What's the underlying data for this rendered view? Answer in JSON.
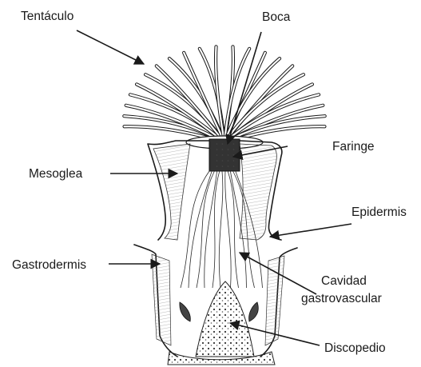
{
  "labels": {
    "tentaculo": "Tentáculo",
    "boca": "Boca",
    "faringe": "Faringe",
    "mesoglea": "Mesoglea",
    "epidermis": "Epidermis",
    "gastrodermis": "Gastrodermis",
    "cavidad_line1": "Cavidad",
    "cavidad_line2": "gastrovascular",
    "discopedio": "Discopedio"
  },
  "colors": {
    "ink": "#1a1a1a",
    "background": "#ffffff",
    "mesoglea_shade": "#e9e9e9"
  }
}
